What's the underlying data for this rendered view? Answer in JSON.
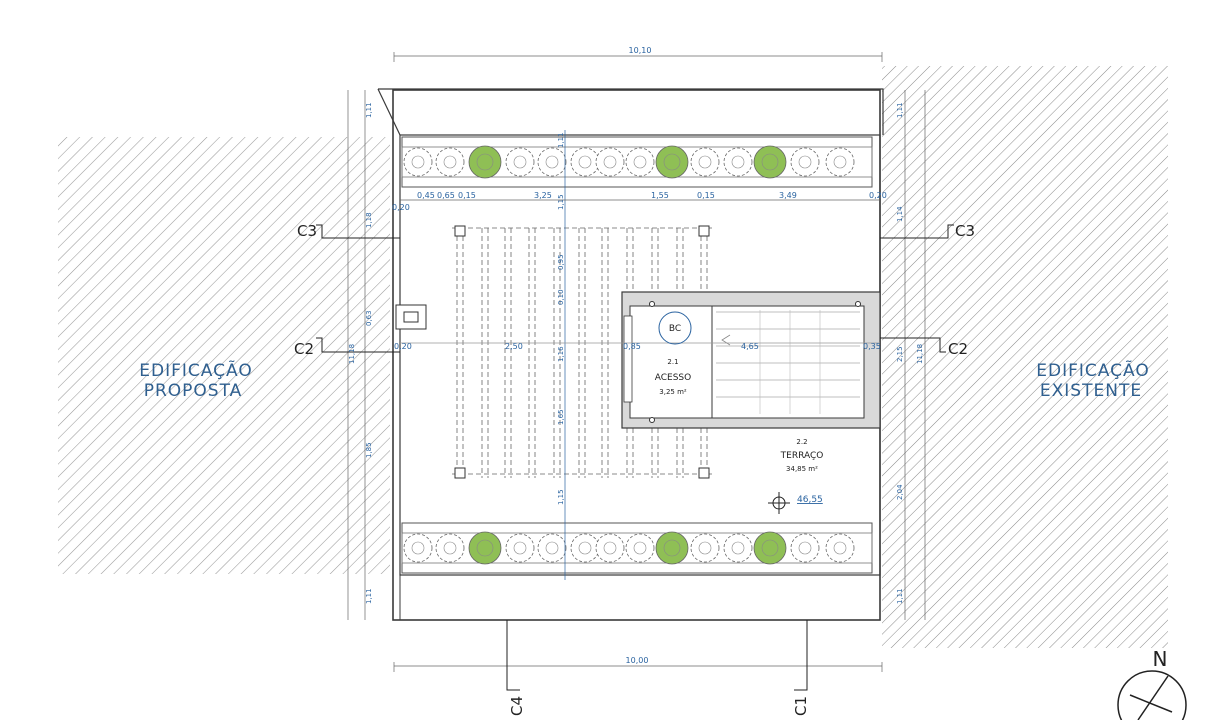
{
  "labels": {
    "proposed_line1": "EDIFICAÇÃO",
    "proposed_line2": "PROPOSTA",
    "existing_line1": "EDIFICAÇÃO",
    "existing_line2": "EXISTENTE"
  },
  "dimensions": {
    "top_total": "10,10",
    "bottom_total": "10,00",
    "row1": [
      "0,45",
      "0,65",
      "0,15",
      "3,25",
      "1,55",
      "0,15",
      "3,49",
      "0,20"
    ],
    "left_offset": "0,20",
    "row2": [
      "0,20",
      "2,50",
      "0,85",
      "4,65",
      "0,35"
    ],
    "left_vertical": [
      "1,11",
      "1,18",
      "0,63",
      "11,18",
      "1,85",
      "1,11"
    ],
    "right_vertical": [
      "1,11",
      "1,14",
      "2,15",
      "11,18",
      "2,04",
      "1,11"
    ],
    "center_vertical": [
      "1,11",
      "1,15",
      "0,95",
      "0,10",
      "1,16",
      "1,65",
      "1,15"
    ]
  },
  "sections": {
    "c3_left": "C3",
    "c3_right": "C3",
    "c2_left": "C2",
    "c2_right": "C2",
    "c4": "C4",
    "c1": "C1"
  },
  "rooms": {
    "access_code": "2.1",
    "access_name": "ACESSO",
    "access_area": "3,25 m²",
    "terrace_code": "2.2",
    "terrace_name": "TERRAÇO",
    "terrace_area": "34,85 m²",
    "circle_label": "BC",
    "level": "46,55"
  },
  "north": "N",
  "colors": {
    "line": "#3a3a3a",
    "dimension": "#2a63a0",
    "plant": "#8fbf55",
    "hatch": "#9a9a9a",
    "core": "#d9d9d9"
  }
}
